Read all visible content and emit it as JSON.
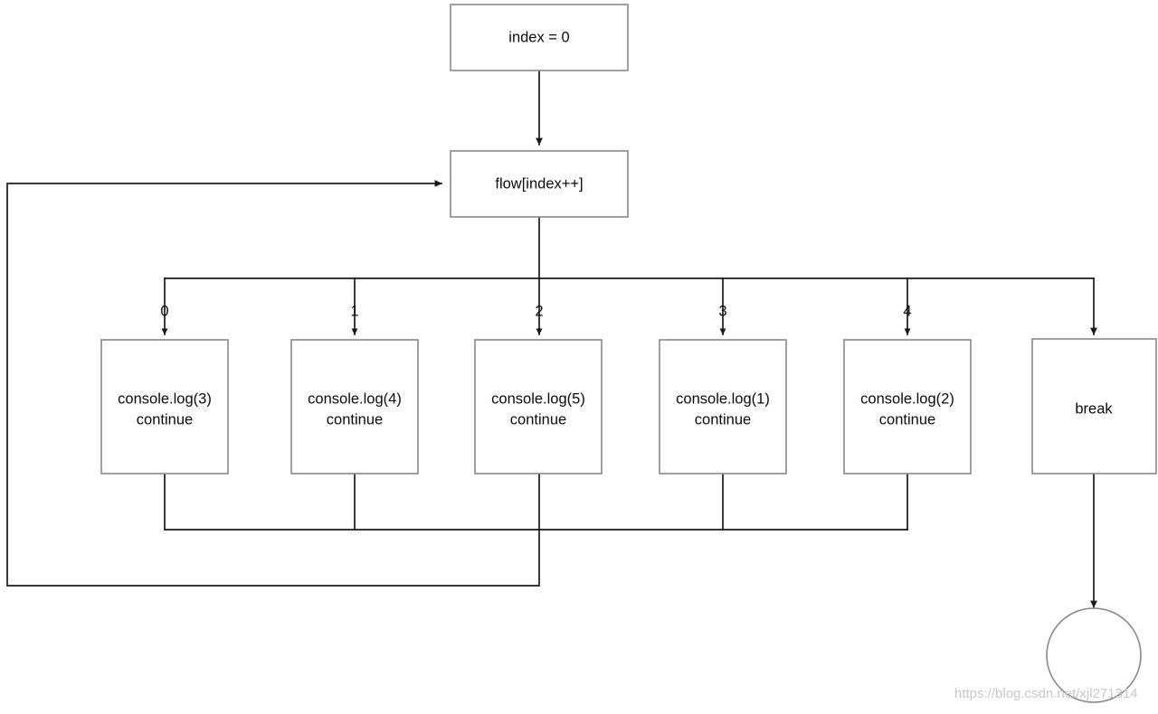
{
  "diagram": {
    "title": "switch-case loop flow diagram",
    "background_color": "#ffffff",
    "node_stroke_color": "#888888",
    "edge_color": "#1a1a1a",
    "text_color": "#0b0b0b",
    "nodes": {
      "init": {
        "label": "index = 0",
        "shape": "rectangle"
      },
      "dispatch": {
        "label": "flow[index++]",
        "shape": "rectangle"
      },
      "case0": {
        "line1": "console.log(3)",
        "line2": "continue",
        "shape": "rectangle"
      },
      "case1": {
        "line1": "console.log(4)",
        "line2": "continue",
        "shape": "rectangle"
      },
      "case2": {
        "line1": "console.log(5)",
        "line2": "continue",
        "shape": "rectangle"
      },
      "case3": {
        "line1": "console.log(1)",
        "line2": "continue",
        "shape": "rectangle"
      },
      "case4": {
        "line1": "console.log(2)",
        "line2": "continue",
        "shape": "rectangle"
      },
      "break": {
        "label": "break",
        "shape": "rectangle"
      },
      "end": {
        "label": "",
        "shape": "circle"
      }
    },
    "branch_labels": [
      "0",
      "1",
      "2",
      "3",
      "4"
    ],
    "watermark": "https://blog.csdn.net/xjl271314"
  }
}
